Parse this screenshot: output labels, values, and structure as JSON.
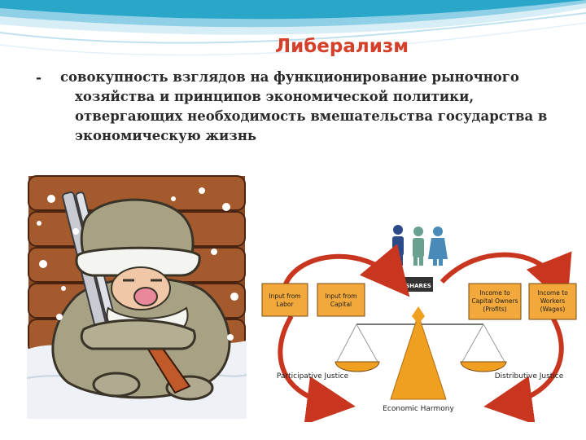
{
  "slide": {
    "title": "Либерализм",
    "bullet": "-",
    "definition": "совокупность взглядов на функционирование рыночного хозяйства и принципов экономической политики, отвергающих необходимость вмешательства государства в экономическую жизнь"
  },
  "diagram": {
    "box_input_labor": [
      "Input from",
      "Labor"
    ],
    "box_input_capital": [
      "Input from",
      "Capital"
    ],
    "box_income_owners": [
      "Income to",
      "Capital Owners",
      "(Profits)"
    ],
    "box_income_workers": [
      "Income to",
      "Workers",
      "(Wages)"
    ],
    "label_participative": "Participative Justice",
    "label_distributive": "Distributive Justice",
    "label_harmony": "Economic Harmony",
    "logo_text": "SHARES",
    "colors": {
      "arrow": "#c8361f",
      "box": "#f2a83a",
      "scale": "#f0a020",
      "people": [
        "#2a4a8a",
        "#6aa090",
        "#4a8ab8"
      ]
    }
  },
  "colors": {
    "title": "#d4402a",
    "wave_top": "#2aa6c8"
  }
}
